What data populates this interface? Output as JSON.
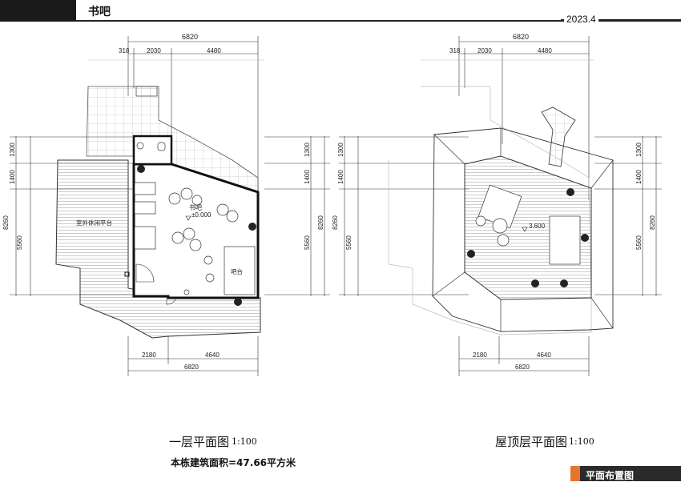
{
  "header": {
    "title": "书吧",
    "date": "2023.4"
  },
  "plan1": {
    "caption": "一层平面图",
    "scale": "1:100",
    "area_note": "本栋建筑面积=47.66平方米",
    "dims_top": [
      "6820",
      "318",
      "2030",
      "4480"
    ],
    "dims_bottom": [
      "2180",
      "4640",
      "6820"
    ],
    "dims_left": [
      "1300",
      "1400",
      "8260",
      "5560"
    ],
    "dims_right": [
      "1300",
      "1400",
      "8260",
      "5560"
    ],
    "room_label": "书吧",
    "room_level": "±0.000",
    "terrace_label": "室外休闲平台",
    "bar_label": "吧台"
  },
  "plan2": {
    "caption": "屋顶层平面图",
    "scale": "1:100",
    "dims_top": [
      "6820",
      "318",
      "2030",
      "4480"
    ],
    "dims_bottom": [
      "2180",
      "4640",
      "6820"
    ],
    "dims_left": [
      "1300",
      "1400",
      "8260",
      "5560"
    ],
    "dims_right": [
      "1300",
      "1400",
      "8260",
      "5560"
    ],
    "level": "3.600"
  },
  "footer": {
    "label": "平面布置图"
  },
  "colors": {
    "accent": "#e8742a",
    "dark": "#222222"
  }
}
